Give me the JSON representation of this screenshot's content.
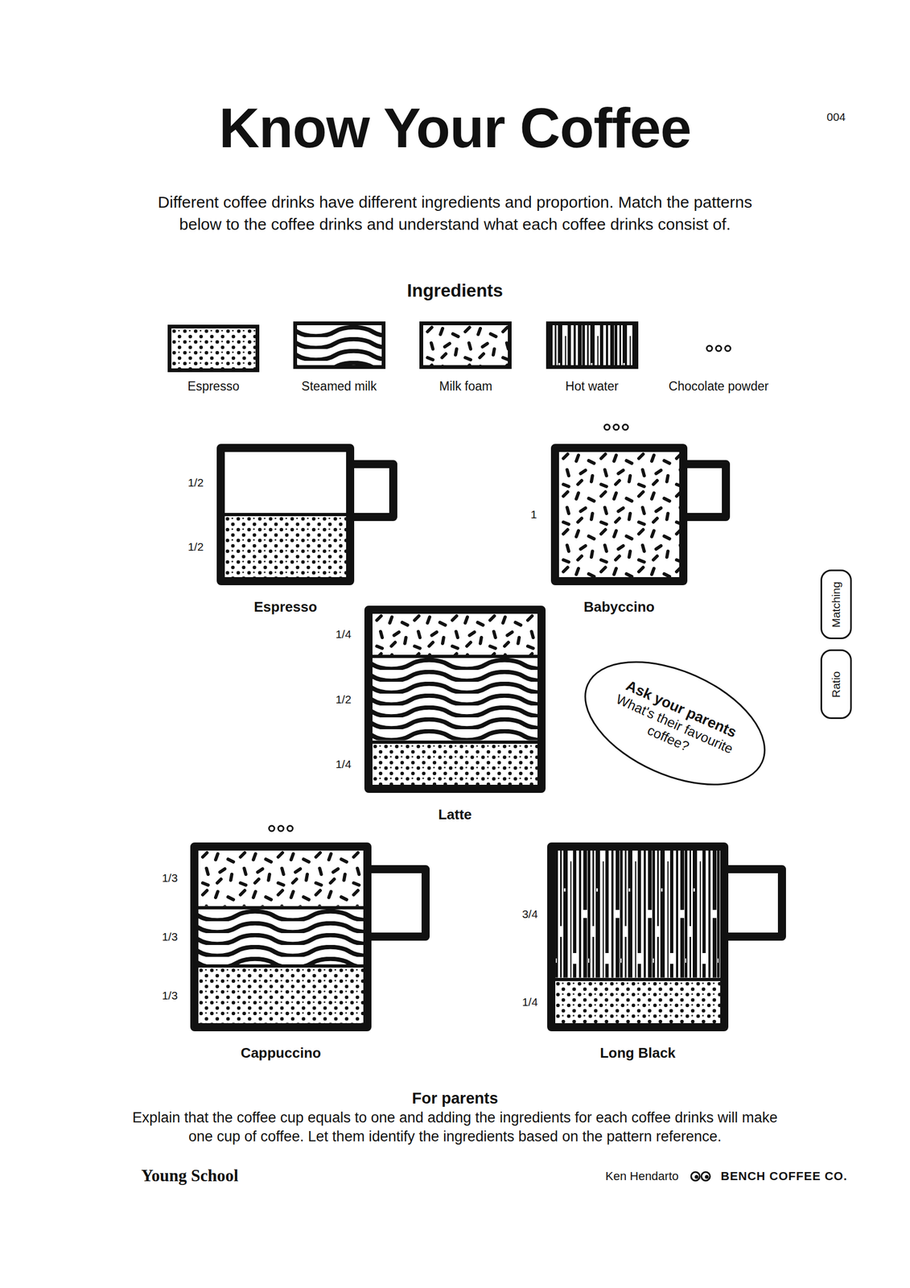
{
  "diagram": {
    "title": "Know Your Coffee",
    "nodes": [
      {
        "text": [
          "Espresso"
        ]
      },
      {
        "text": [
          "1/2"
        ],
        "in": 0
      },
      {
        "text": [
          "1/2"
        ],
        "in": 0
      },
      {
        "text": [
          "Babyccino"
        ]
      },
      {
        "text": [
          "1"
        ],
        "in": 3
      },
      {
        "text": [
          "Matching"
        ]
      },
      {
        "text": [
          "Latte"
        ]
      },
      {
        "text": [
          "1/4"
        ],
        "in": 6
      },
      {
        "text": [
          "1/2"
        ],
        "in": 6
      },
      {
        "text": [
          "1/4"
        ],
        "in": 6
      },
      {
        "text": [
          "Ratio"
        ]
      },
      {
        "text": [
          "Ask your parents",
          "What's their favourite coffee?"
        ]
      },
      {
        "text": [
          "Cappuccino"
        ]
      },
      {
        "text": [
          "1/3"
        ],
        "in": 12
      },
      {
        "text": [
          "1/3"
        ],
        "in": 12
      },
      {
        "text": [
          "1/3"
        ],
        "in": 12
      },
      {
        "text": [
          "Long Black"
        ]
      },
      {
        "text": [
          "3/4"
        ],
        "in": 16
      },
      {
        "text": [
          "1/4"
        ],
        "in": 16
      }
    ],
    "labels": [
      "004",
      "Different coffee drinks have different ingredients and proportion. Match the patterns below to the coffee drinks and understand what each coffee drinks consist of.",
      "Ingredients",
      "For parents",
      "Explain that the coffee cup equals to one and adding the ingredients for each coffee drinks will make one cup of coffee. Let them identify the ingredients based on the pattern reference.",
      "Young School",
      "Ken Hendarto",
      "BENCH COFFEE CO."
    ],
    "legend": [
      {
        "text": "Espresso"
      },
      {
        "text": "Steamed milk"
      },
      {
        "text": "Milk foam"
      },
      {
        "text": "Hot water"
      },
      {
        "text": "Chocolate powder"
      }
    ]
  }
}
